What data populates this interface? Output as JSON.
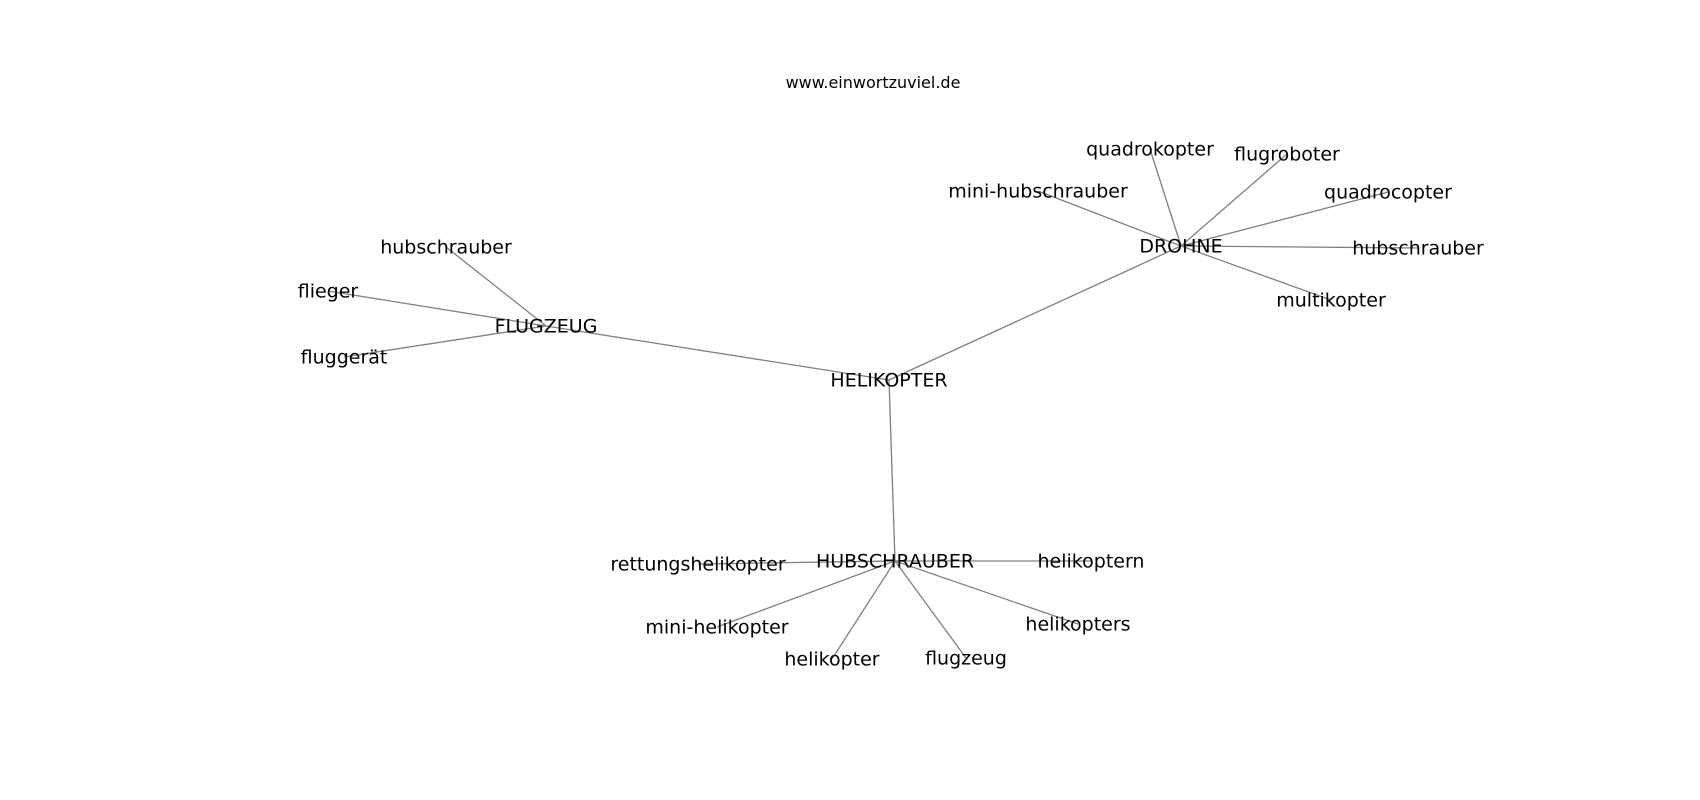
{
  "site": "www.einwortzuviel.de",
  "nodes": [
    {
      "id": "helikopter_c",
      "label": "HELIKOPTER"
    },
    {
      "id": "flugzeug_c",
      "label": "FLUGZEUG"
    },
    {
      "id": "drohne_c",
      "label": "DROHNE"
    },
    {
      "id": "hubschrauber_c",
      "label": "HUBSCHRAUBER"
    },
    {
      "id": "hubschrauber_f",
      "label": "hubschrauber"
    },
    {
      "id": "flieger",
      "label": "flieger"
    },
    {
      "id": "fluggeraet",
      "label": "fluggerät"
    },
    {
      "id": "quadrokopter",
      "label": "quadrokopter"
    },
    {
      "id": "flugroboter",
      "label": "flugroboter"
    },
    {
      "id": "quadrocopter",
      "label": "quadrocopter"
    },
    {
      "id": "mini_hubschrauber",
      "label": "mini-hubschrauber"
    },
    {
      "id": "hubschrauber_d",
      "label": "hubschrauber"
    },
    {
      "id": "multikopter",
      "label": "multikopter"
    },
    {
      "id": "rettungshelikopter",
      "label": "rettungshelikopter"
    },
    {
      "id": "helikoptern",
      "label": "helikoptern"
    },
    {
      "id": "mini_helikopter",
      "label": "mini-helikopter"
    },
    {
      "id": "helikopters",
      "label": "helikopters"
    },
    {
      "id": "helikopter_h",
      "label": "helikopter"
    },
    {
      "id": "flugzeug_h",
      "label": "flugzeug"
    }
  ],
  "edges": [
    [
      "helikopter_c",
      "flugzeug_c"
    ],
    [
      "helikopter_c",
      "drohne_c"
    ],
    [
      "helikopter_c",
      "hubschrauber_c"
    ],
    [
      "flugzeug_c",
      "hubschrauber_f"
    ],
    [
      "flugzeug_c",
      "flieger"
    ],
    [
      "flugzeug_c",
      "fluggeraet"
    ],
    [
      "drohne_c",
      "quadrokopter"
    ],
    [
      "drohne_c",
      "flugroboter"
    ],
    [
      "drohne_c",
      "quadrocopter"
    ],
    [
      "drohne_c",
      "mini_hubschrauber"
    ],
    [
      "drohne_c",
      "hubschrauber_d"
    ],
    [
      "drohne_c",
      "multikopter"
    ],
    [
      "hubschrauber_c",
      "rettungshelikopter"
    ],
    [
      "hubschrauber_c",
      "helikoptern"
    ],
    [
      "hubschrauber_c",
      "mini_helikopter"
    ],
    [
      "hubschrauber_c",
      "helikopters"
    ],
    [
      "hubschrauber_c",
      "helikopter_h"
    ],
    [
      "hubschrauber_c",
      "flugzeug_h"
    ]
  ]
}
